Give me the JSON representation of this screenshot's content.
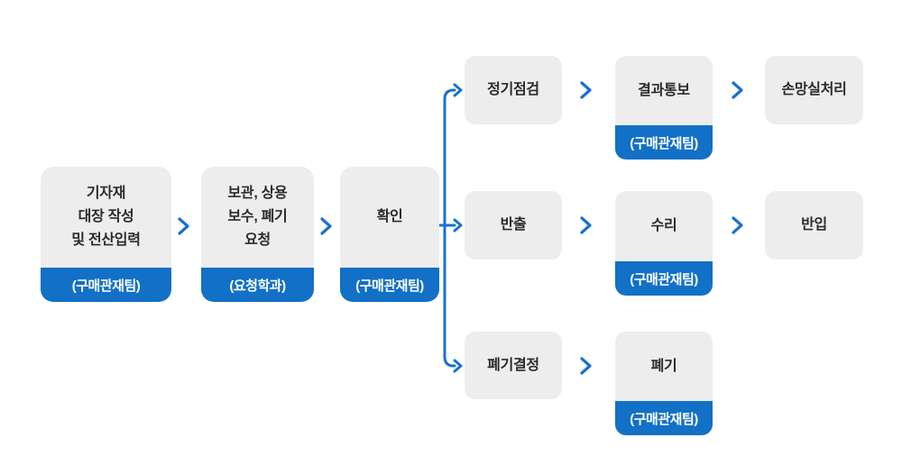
{
  "colors": {
    "box_bg": "#ededed",
    "accent_blue": "#1270c6",
    "arrow_blue": "#1a70d2",
    "label_text": "#2b2b2b",
    "footer_text": "#ffffff"
  },
  "main_flow": [
    {
      "label": "기자재\n대장 작성\n및 전산입력",
      "footer": "(구매관재팀)"
    },
    {
      "label": "보관, 상용\n보수, 폐기\n요청",
      "footer": "(요청학과)"
    },
    {
      "label": "확인",
      "footer": "(구매관재팀)"
    }
  ],
  "branches": {
    "inspection": [
      {
        "label": "정기점검"
      },
      {
        "label": "결과통보",
        "footer": "(구매관재팀)"
      },
      {
        "label": "손망실처리"
      }
    ],
    "repair": [
      {
        "label": "반출"
      },
      {
        "label": "수리",
        "footer": "(구매관재팀)"
      },
      {
        "label": "반입"
      }
    ],
    "disposal": [
      {
        "label": "폐기결정"
      },
      {
        "label": "폐기",
        "footer": "(구매관재팀)"
      }
    ]
  }
}
